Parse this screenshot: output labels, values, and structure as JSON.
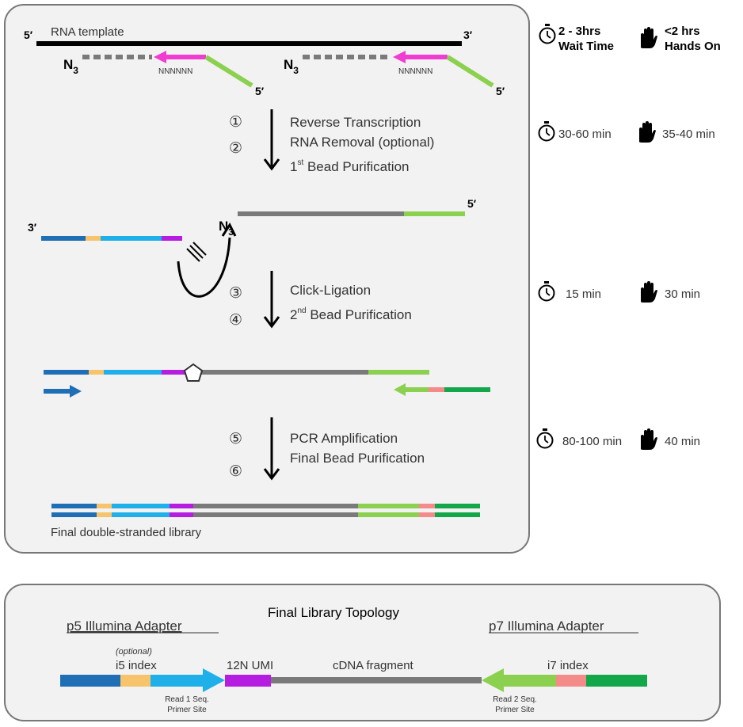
{
  "top_panel": {
    "rna_template_label": "RNA template",
    "five_prime": "5′",
    "three_prime": "3′",
    "n3": "N",
    "n3_sub": "3",
    "random_primer": "NNNNNN",
    "final_library_label": "Final double-stranded library"
  },
  "steps": [
    {
      "num": "①",
      "label": "Reverse Transcription"
    },
    {
      "num": "②",
      "label": "RNA Removal (optional)"
    },
    {
      "num": "",
      "label_prefix": "1",
      "label_sup": "st",
      "label_suffix": " Bead Purification"
    },
    {
      "num": "③",
      "label": "Click-Ligation"
    },
    {
      "num": "④",
      "label_prefix": "2",
      "label_sup": "nd",
      "label_suffix": " Bead Purification"
    },
    {
      "num": "⑤",
      "label": "PCR Amplification"
    },
    {
      "num": "⑥",
      "label": "Final Bead Purification"
    }
  ],
  "timings": [
    {
      "wait": "2 - 3hrs",
      "wait_sub": "Wait Time",
      "hands": "<2 hrs",
      "hands_sub": "Hands On"
    },
    {
      "wait": "30-60 min",
      "hands": "35-40 min"
    },
    {
      "wait": "15 min",
      "hands": "30 min"
    },
    {
      "wait": "80-100 min",
      "hands": "40 min"
    }
  ],
  "bottom_panel": {
    "title": "Final Library Topology",
    "p5_label": "p5 Illumina Adapter",
    "p7_label": "p7 Illumina Adapter",
    "optional": "(optional)",
    "i5": "i5 index",
    "umi": "12N UMI",
    "cdna": "cDNA fragment",
    "i7": "i7 index",
    "read1_line1": "Read 1 Seq.",
    "read1_line2": "Primer Site",
    "read2_line1": "Read 2 Seq.",
    "read2_line2": "Primer Site"
  },
  "colors": {
    "p5_dark_blue": "#1f6fb6",
    "i5_yellow": "#f7c46c",
    "read1_light_blue": "#1fb0ea",
    "umi_purple": "#b51ee0",
    "cdna_gray": "#7a7a7a",
    "read2_light_green": "#8bd04e",
    "i7_pink": "#f58a8a",
    "p7_green": "#12a84a",
    "primer_magenta": "#f03cd0",
    "panel_bg": "#f2f2f2",
    "panel_border": "#777777"
  }
}
